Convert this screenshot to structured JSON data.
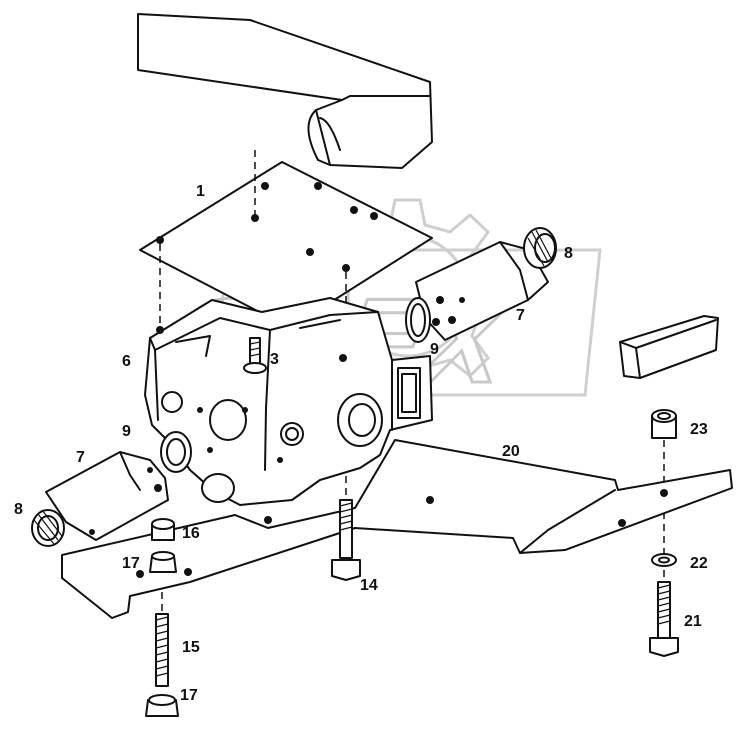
{
  "watermark": {
    "text": "OPEX",
    "icon": "gear-watermark-icon"
  },
  "callouts": {
    "c1": "1",
    "c3": "3",
    "c6": "6",
    "c7a": "7",
    "c7b": "7",
    "c8a": "8",
    "c8b": "8",
    "c9a": "9",
    "c9b": "9",
    "c14": "14",
    "c15": "15",
    "c16": "16",
    "c17a": "17",
    "c17b": "17",
    "c20": "20",
    "c21": "21",
    "c22": "22",
    "c23": "23"
  }
}
